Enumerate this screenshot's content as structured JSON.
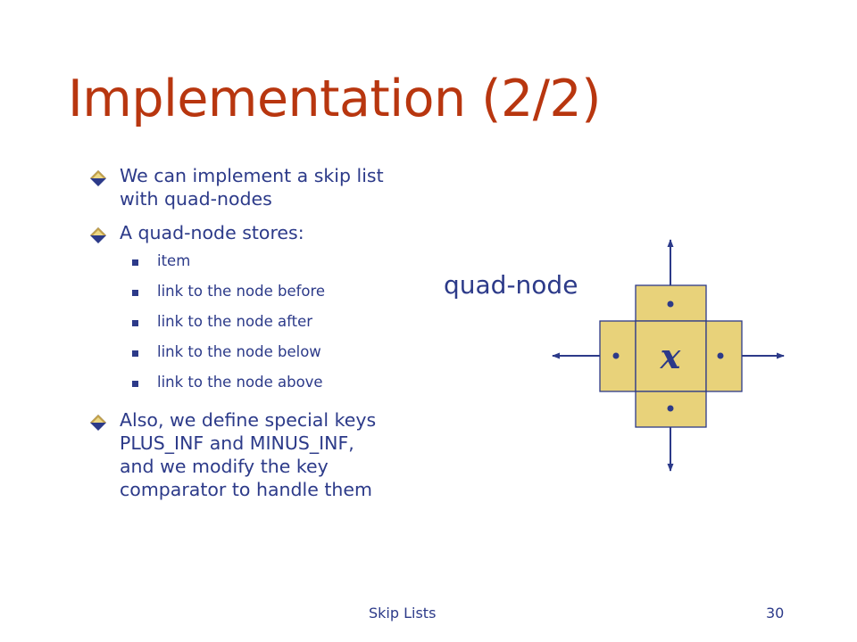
{
  "slide": {
    "title": "Implementation (2/2)",
    "bullets": [
      {
        "lines": [
          "We can implement a skip list",
          "with quad-nodes"
        ],
        "sub": []
      },
      {
        "lines": [
          "A quad-node stores:"
        ],
        "sub": [
          "item",
          "link to the node before",
          "link to the node after",
          "link to the node below",
          "link to the node above"
        ]
      },
      {
        "lines": [
          "Also, we define special keys",
          "PLUS_INF and MINUS_INF,",
          "and we modify the key",
          "comparator to handle them"
        ],
        "sub": []
      }
    ],
    "diagram": {
      "label": "quad-node",
      "center_symbol": "x",
      "fill_color": "#e8d27a",
      "stroke_color": "#2c3a89"
    },
    "footer": {
      "left": "Skip Lists",
      "page_number": "30"
    },
    "colors": {
      "title": "#b8360f",
      "text": "#2c3a89",
      "bullet_diamond_top": "#c2a04a",
      "bullet_diamond_bottom": "#2c3a89"
    }
  }
}
